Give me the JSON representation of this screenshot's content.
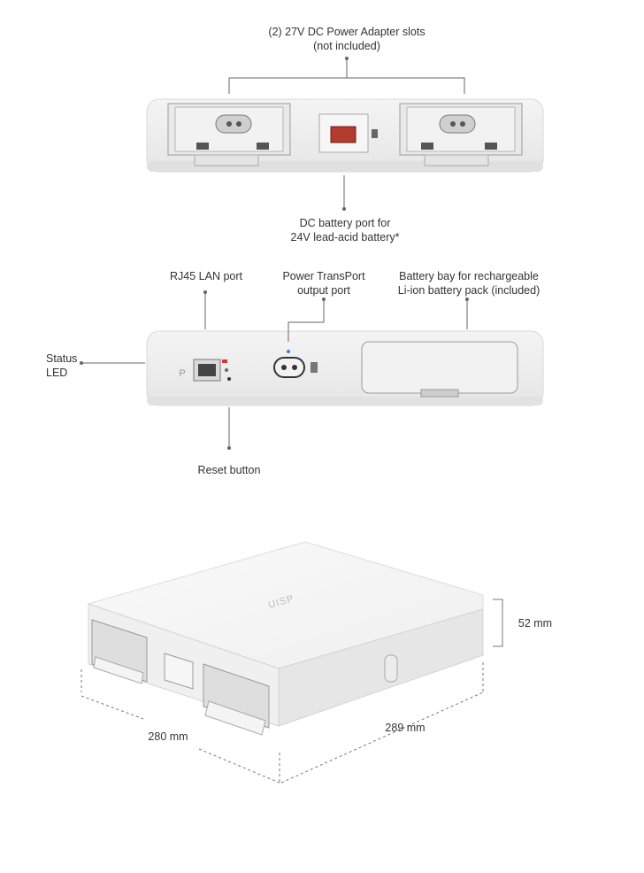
{
  "callouts": {
    "adapter_slots_line1": "(2) 27V DC Power Adapter slots",
    "adapter_slots_line2": "(not included)",
    "battery_port_line1": "DC battery port for",
    "battery_port_line2": "24V lead-acid battery*",
    "rj45": "RJ45 LAN port",
    "transport_line1": "Power TransPort",
    "transport_line2": "output port",
    "bay_line1": "Battery bay for rechargeable",
    "bay_line2": "Li-ion battery pack (included)",
    "status_line1": "Status",
    "status_line2": "LED",
    "reset": "Reset button"
  },
  "device_marks": {
    "port_letter": "P",
    "brand_logo": "UISP"
  },
  "dimensions": {
    "height": "52 mm",
    "depth": "280 mm",
    "width": "289 mm"
  }
}
